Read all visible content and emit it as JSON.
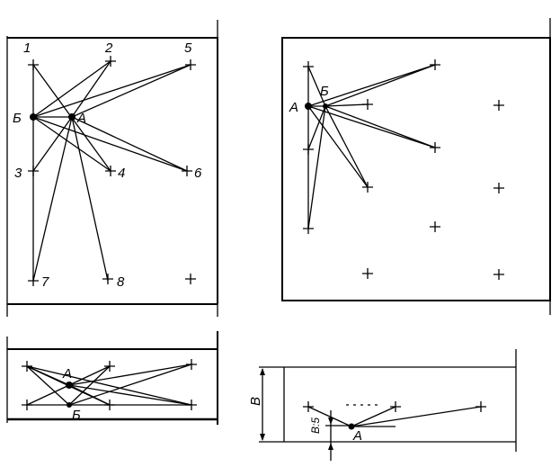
{
  "panels": {
    "top_left": {
      "labels": {
        "p1": "1",
        "p2": "2",
        "p5": "5",
        "p6": "6",
        "pB": "Б",
        "pA": "А",
        "p3": "3",
        "p4": "4",
        "p7": "7",
        "p8": "8"
      }
    },
    "top_right": {
      "labels": {
        "pA": "А",
        "pB": "Б"
      }
    },
    "bottom_left": {
      "labels": {
        "pA": "А",
        "pB": "Б"
      }
    },
    "bottom_right": {
      "labels": {
        "dimB": "В",
        "dimB5": "В:5",
        "pA": "А"
      }
    }
  }
}
